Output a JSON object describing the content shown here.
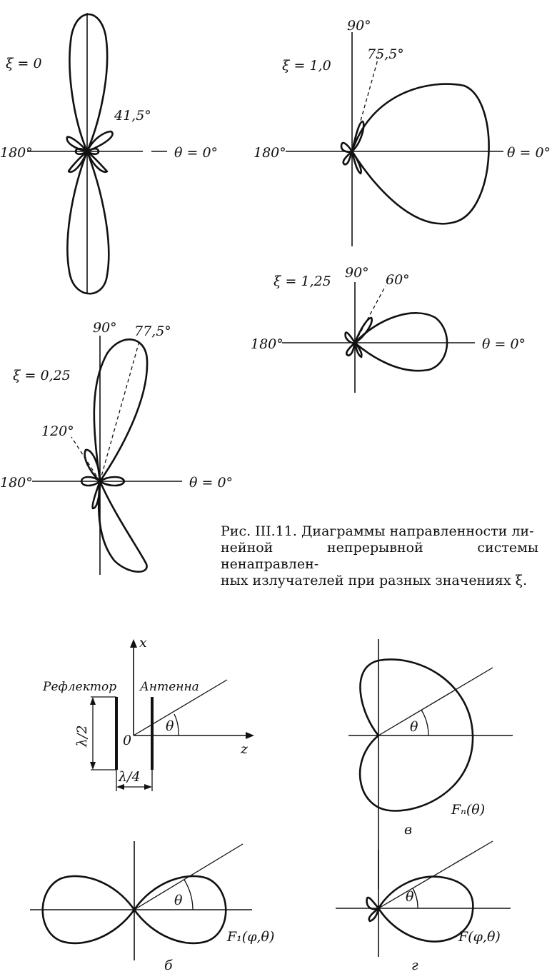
{
  "caption": {
    "lines": [
      "Рис. III.11. Диаграммы направленности ли-",
      "нейной непрерывной системы ненаправлен-",
      "ных излучателей при разных значениях ξ."
    ]
  },
  "top_panels": {
    "xi0": {
      "xi": "ξ = 0",
      "lobe_angle": "41,5°",
      "label_180": "180°",
      "label_0": "θ = 0°"
    },
    "xi1": {
      "xi": "ξ = 1,0",
      "label_90": "90°",
      "lobe_angle": "75,5°",
      "label_180": "180°",
      "label_0": "θ = 0°"
    },
    "xi125": {
      "xi": "ξ = 1,25",
      "label_90": "90°",
      "lobe_angle": "60°",
      "label_180": "180°",
      "label_0": "θ = 0°"
    },
    "xi025": {
      "xi": "ξ = 0,25",
      "label_90": "90°",
      "lobe_angle_main": "77,5°",
      "lobe_angle_back": "120°",
      "label_180": "180°",
      "label_0": "θ = 0°"
    }
  },
  "bottom_panels": {
    "geometry": {
      "reflector": "Рефлектор",
      "antenna": "Антенна",
      "axis_x": "x",
      "axis_z": "z",
      "origin": "0",
      "spacing_v": "λ/2",
      "spacing_h": "λ/4",
      "angle": "θ"
    },
    "b": {
      "letter": "б",
      "angle": "θ",
      "func": "F₁(φ,θ)"
    },
    "v": {
      "letter": "в",
      "angle": "θ",
      "func": "Fₙ(θ)"
    },
    "g": {
      "letter": "г",
      "angle": "θ",
      "func": "F(φ,θ)"
    }
  }
}
